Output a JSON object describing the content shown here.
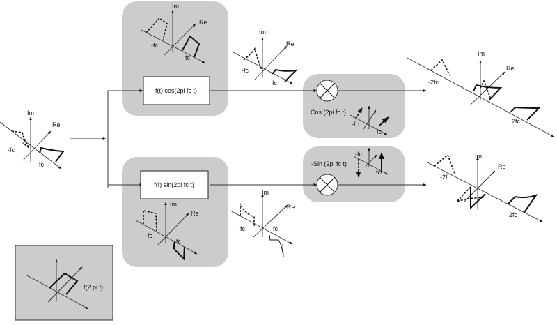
{
  "labels": {
    "im": "Im",
    "re": "Re",
    "fc": "fc",
    "neg_fc": "-fc",
    "two_fc": "2fc",
    "neg_two_fc": "-2fc"
  },
  "blocks": {
    "cos_multiplier": "f(t) cos(2pi fc t)",
    "sin_multiplier": "f(t) sin(2pi fc t)",
    "cos_carrier": "Cos (2pi fc t)",
    "sin_carrier": "-Sin (2pi fc t)",
    "legend_caption": "f(2 pi f)"
  },
  "colors": {
    "panel": "#cccccc",
    "line": "#222222"
  }
}
